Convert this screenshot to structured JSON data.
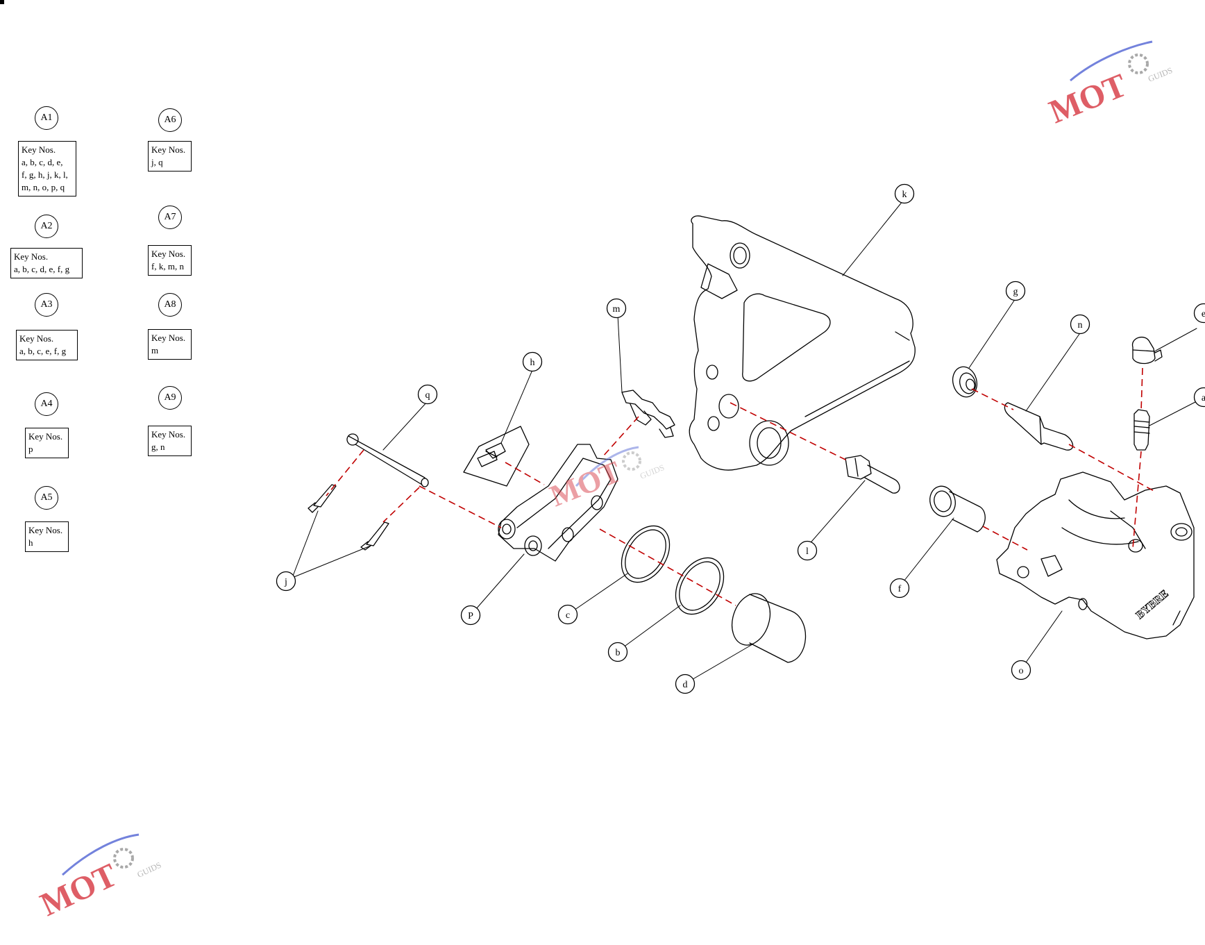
{
  "kits": [
    {
      "id": "A1",
      "keys": "a, b, c, d, e,\nf, g, h, j, k, l,\nm, n, o, p, q"
    },
    {
      "id": "A2",
      "keys": "a, b, c, d, e, f, g"
    },
    {
      "id": "A3",
      "keys": "a, b, c, e, f, g"
    },
    {
      "id": "A4",
      "keys": "p"
    },
    {
      "id": "A5",
      "keys": "h"
    },
    {
      "id": "A6",
      "keys": "j, q"
    },
    {
      "id": "A7",
      "keys": "f, k, m, n"
    },
    {
      "id": "A8",
      "keys": "m"
    },
    {
      "id": "A9",
      "keys": "g, n"
    }
  ],
  "key_nos_label": "Key Nos.",
  "part_labels": {
    "k": "k",
    "m": "m",
    "h": "h",
    "q": "q",
    "g": "g",
    "n": "n",
    "e": "e",
    "a": "a",
    "l": "l",
    "f": "f",
    "p": "P",
    "c": "c",
    "b": "b",
    "d": "d",
    "j": "j",
    "o": "o"
  },
  "watermark": {
    "brand": "MOT",
    "sub": "GUIDS"
  },
  "caliper_marking": "BYBRE",
  "colors": {
    "line": "#000000",
    "leader": "#c00000",
    "watermark_red": "#d9424c",
    "watermark_blue": "#5b6dd6",
    "watermark_gray": "#9a9a9a"
  }
}
